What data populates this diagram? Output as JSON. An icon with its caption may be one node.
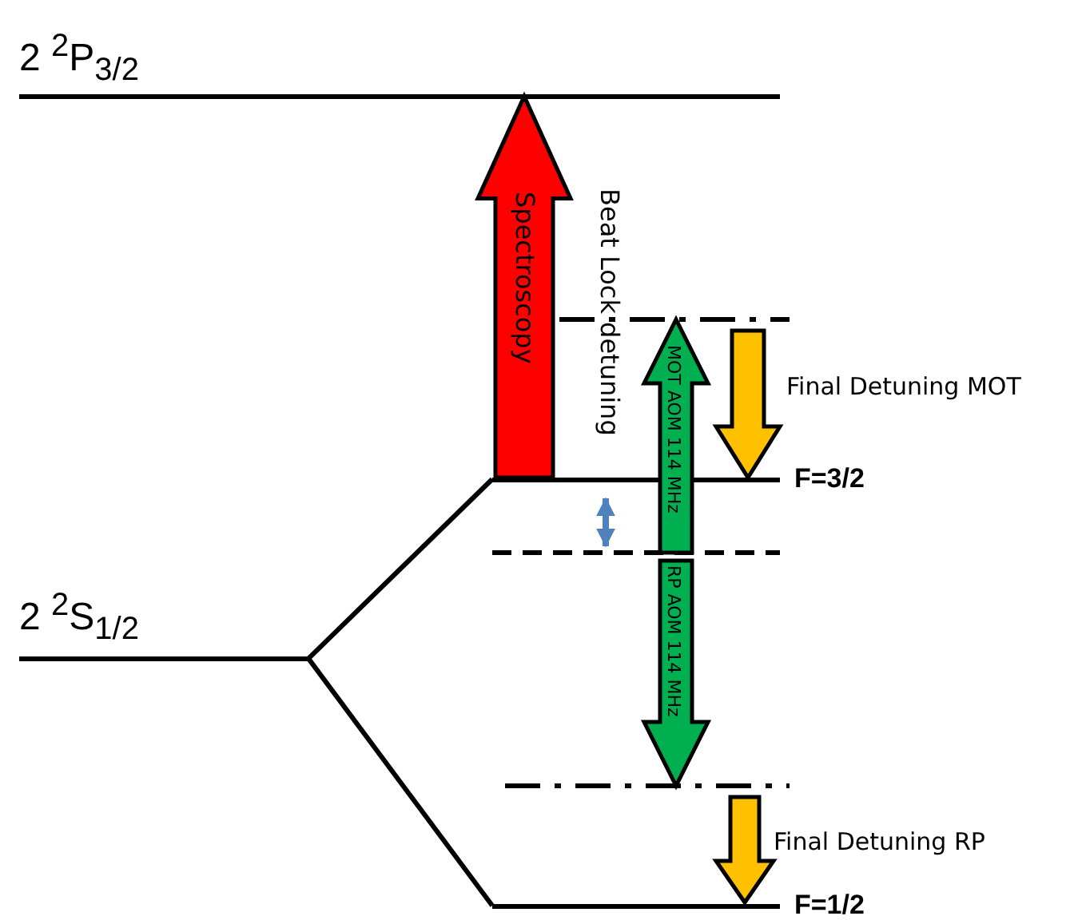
{
  "diagram": {
    "nodes": [
      {
        "text": [
          "2 $^{2}$P$_{3/2}$"
        ]
      },
      {
        "text": [
          "2 $^{2}$S$_{1/2}$"
        ]
      },
      {
        "text": [
          "F=3/2"
        ]
      },
      {
        "text": [
          "F=1/2"
        ]
      },
      {
        "text": [],
        "shape": "bar"
      },
      {
        "text": [],
        "shape": "bar"
      },
      {
        "text": [],
        "shape": "bar"
      }
    ],
    "edges": [
      {
        "from": 1,
        "to": 2,
        "arrow": "none"
      },
      {
        "from": 1,
        "to": 3,
        "arrow": "none"
      },
      {
        "from": 2,
        "to": 0,
        "arrow": "to",
        "label": "Spectroscopy",
        "style": "thick",
        "color": "#ff0000"
      },
      {
        "from": 2,
        "to": 5,
        "arrow": "both",
        "label": "Beat Lock detuning",
        "color": "#4f81bd"
      },
      {
        "from": 5,
        "to": 4,
        "arrow": "to",
        "label": "MOT AOM 114 MHz",
        "style": "thick",
        "color": "#00b050"
      },
      {
        "from": 5,
        "to": 6,
        "arrow": "to",
        "label": "RP AOM 114 MHz",
        "style": "thick",
        "color": "#00b050"
      },
      {
        "from": 4,
        "to": 2,
        "arrow": "to",
        "label": "Final Detuning MOT",
        "style": "thick",
        "color": "#ffc000"
      },
      {
        "from": 6,
        "to": 3,
        "arrow": "to",
        "label": "Final Detuning RP",
        "style": "thick",
        "color": "#ffc000"
      }
    ]
  }
}
